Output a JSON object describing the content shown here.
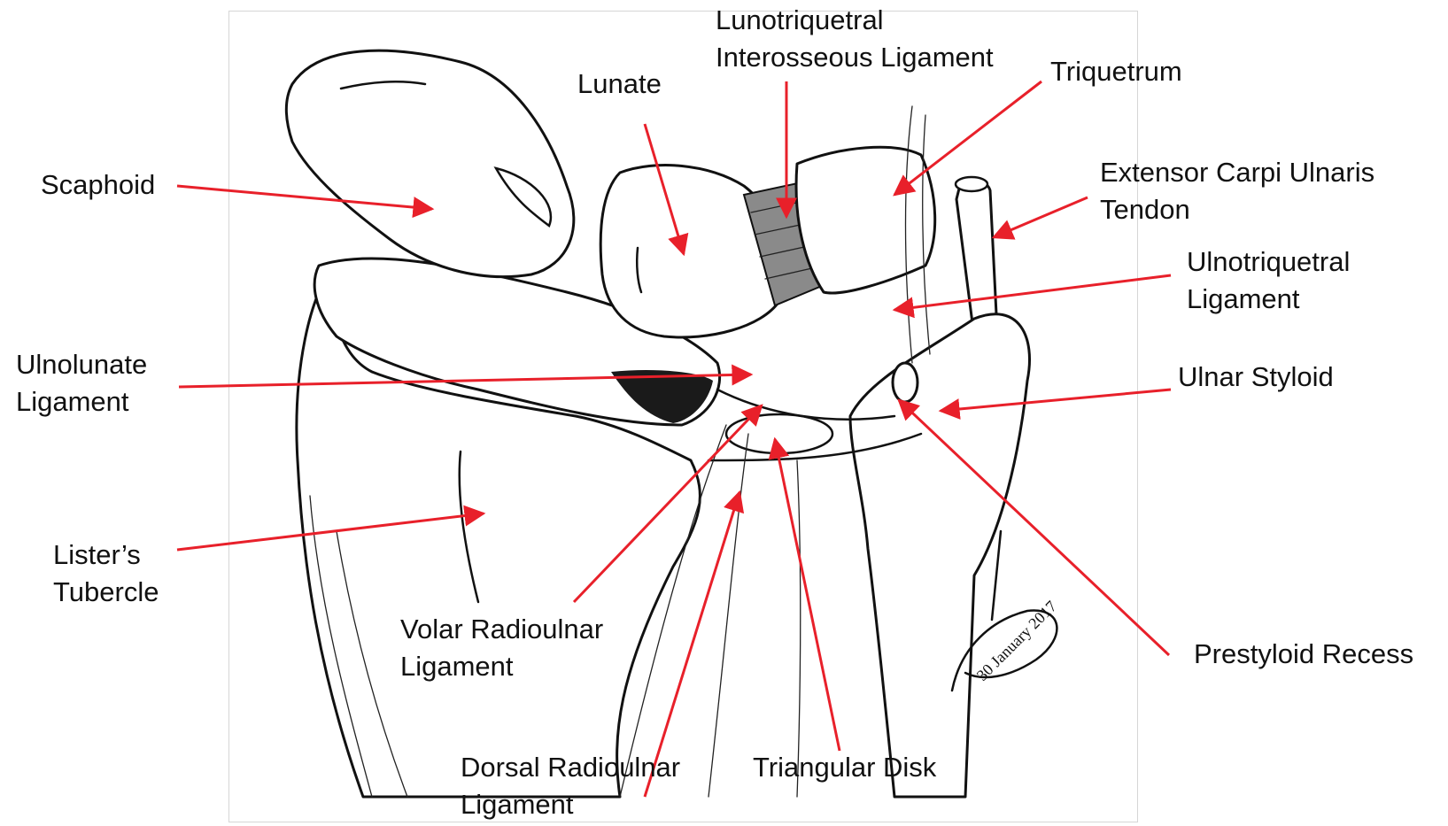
{
  "diagram": {
    "labels": {
      "lunotriquetral": [
        "Lunotriquetral",
        "Interosseous Ligament"
      ],
      "lunate": "Lunate",
      "triquetrum": "Triquetrum",
      "scaphoid": "Scaphoid",
      "ecu_tendon": [
        "Extensor Carpi Ulnaris",
        "Tendon"
      ],
      "ulnotriquetral": [
        "Ulnotriquetral",
        "Ligament"
      ],
      "ulnolunate": [
        "Ulnolunate",
        "Ligament"
      ],
      "ulnar_styloid": "Ulnar Styloid",
      "listers_tubercle": [
        "Lister’s",
        "Tubercle"
      ],
      "volar_radioulnar": [
        "Volar Radioulnar",
        "Ligament"
      ],
      "prestyloid_recess": "Prestyloid Recess",
      "dorsal_radioulnar": [
        "Dorsal Radioulnar",
        "Ligament"
      ],
      "triangular_disk": "Triangular Disk"
    },
    "signature": "30 January 2017",
    "arrow_color": "#e8202a"
  }
}
